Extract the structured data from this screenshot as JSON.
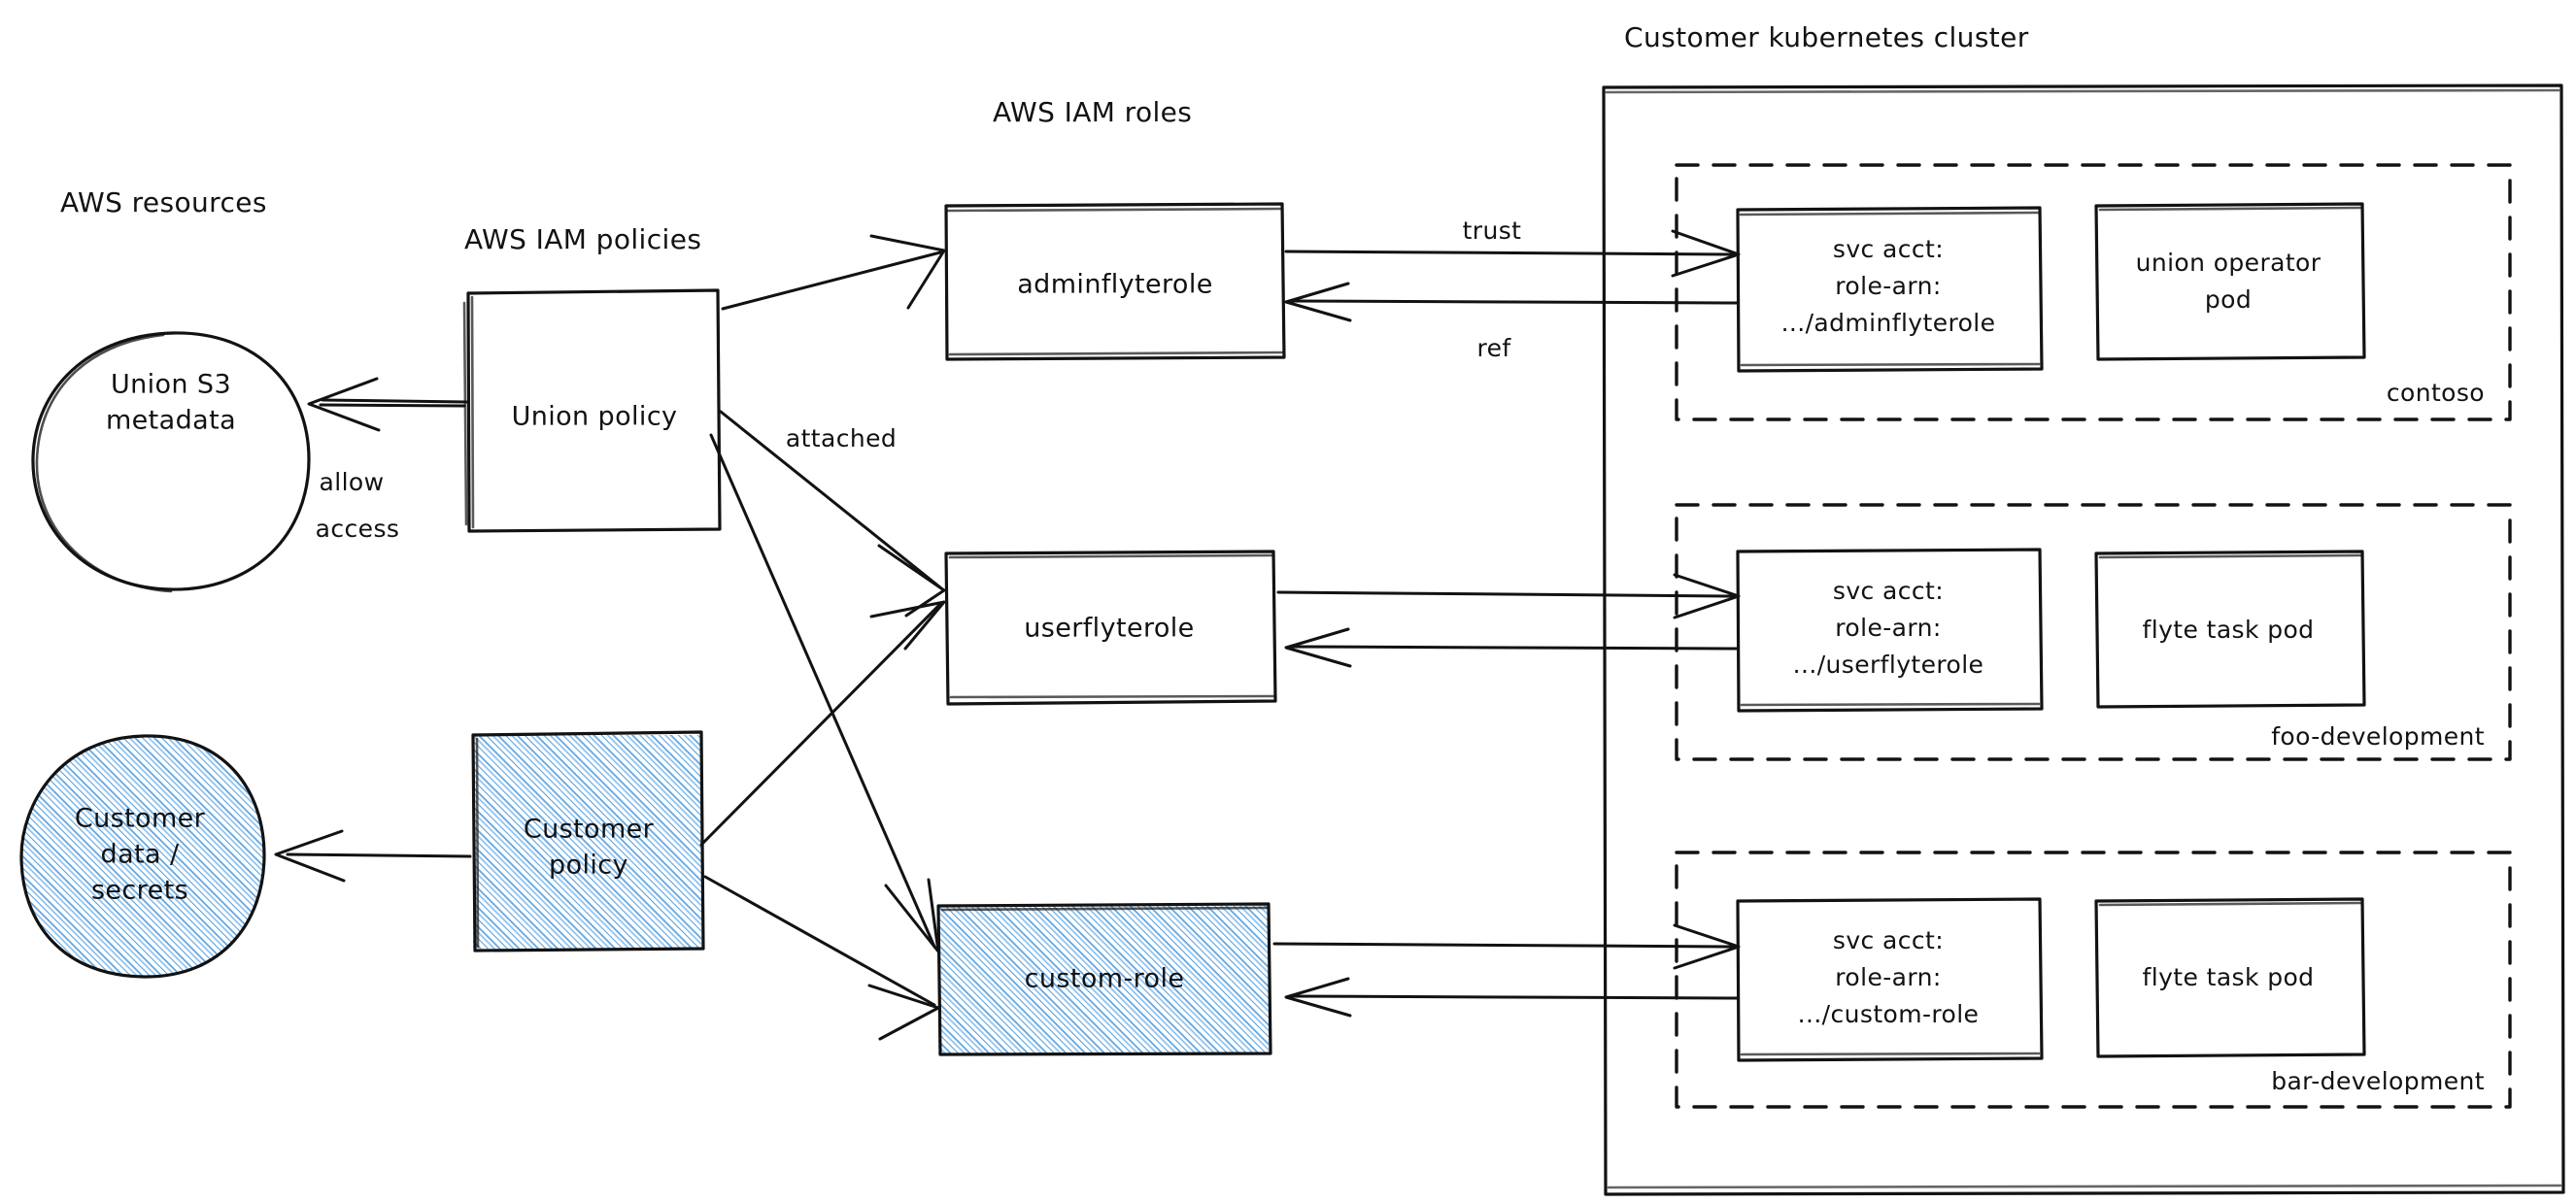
{
  "diagram": {
    "title": "AWS IAM roles / Union on customer Kubernetes cluster",
    "colors": {
      "stroke": "#121212",
      "hatch_blue": "#2e8bdc",
      "background": "#ffffff"
    },
    "group_labels": {
      "aws_resources": "AWS resources",
      "aws_iam_policies": "AWS IAM policies",
      "aws_iam_roles": "AWS IAM roles",
      "customer_cluster": "Customer kubernetes cluster"
    },
    "resources": [
      {
        "id": "union-s3",
        "shape": "ellipse",
        "fill": "none",
        "lines": [
          "Union S3",
          "metadata"
        ]
      },
      {
        "id": "customer-data",
        "shape": "ellipse",
        "fill": "hatch-blue",
        "lines": [
          "Customer",
          "data /",
          "secrets"
        ]
      }
    ],
    "policies": [
      {
        "id": "union-policy",
        "shape": "rect",
        "fill": "none",
        "lines": [
          "Union policy"
        ]
      },
      {
        "id": "customer-policy",
        "shape": "rect",
        "fill": "hatch-blue",
        "lines": [
          "Customer",
          "policy"
        ]
      }
    ],
    "roles": [
      {
        "id": "adminflyterole",
        "fill": "none",
        "label": "adminflyterole"
      },
      {
        "id": "userflyterole",
        "fill": "none",
        "label": "userflyterole"
      },
      {
        "id": "custom-role",
        "fill": "hatch-blue",
        "label": "custom-role"
      }
    ],
    "namespaces": [
      {
        "id": "contoso",
        "name": "contoso",
        "svc_acct": [
          "svc acct:",
          "role-arn:",
          ".../adminflyterole"
        ],
        "pod": [
          "union operator",
          "pod"
        ]
      },
      {
        "id": "foo-development",
        "name": "foo-development",
        "svc_acct": [
          "svc acct:",
          "role-arn:",
          ".../userflyterole"
        ],
        "pod": [
          "flyte task pod"
        ]
      },
      {
        "id": "bar-development",
        "name": "bar-development",
        "svc_acct": [
          "svc acct:",
          "role-arn:",
          ".../custom-role"
        ],
        "pod": [
          "flyte task pod"
        ]
      }
    ],
    "edge_labels": {
      "allow_access_line1": "allow",
      "allow_access_line2": "access",
      "attached": "attached",
      "trust": "trust",
      "ref": "ref"
    }
  }
}
